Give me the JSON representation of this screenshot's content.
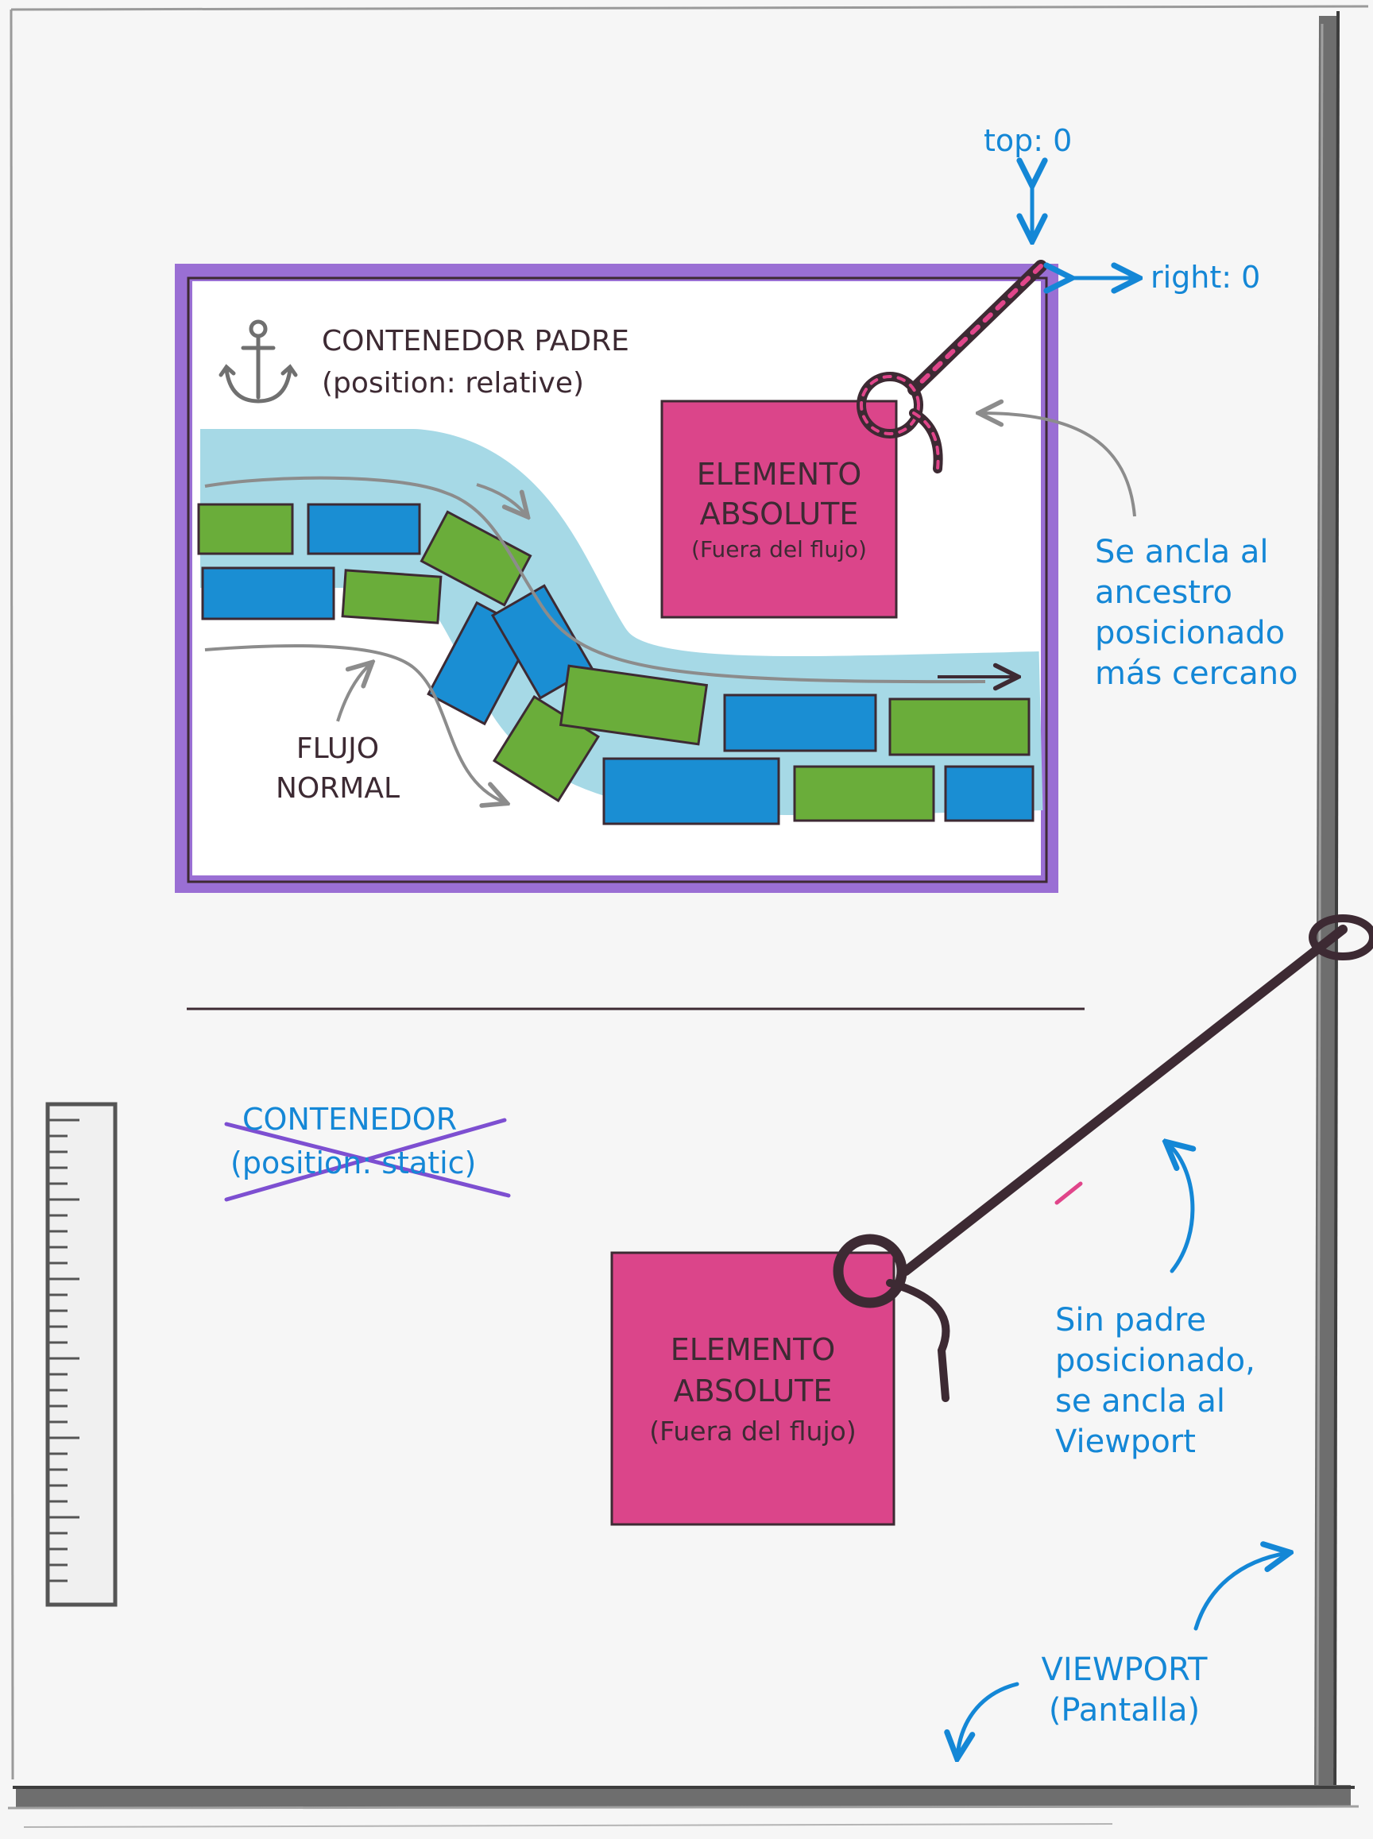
{
  "colors": {
    "background": "#f6f6f6",
    "viewport_border": "#6e6e6e",
    "parent_border": "#9a6fd4",
    "element_fill": "#db458a",
    "flow_green": "#6aad3a",
    "flow_blue": "#1a8ed3",
    "flow_halo": "#a6d9e6",
    "label_blue": "#1487d6",
    "label_dark": "#3d2a33",
    "rope": "#3d2a33",
    "rope_accent": "#e0458a",
    "strike": "#7d4fd1"
  },
  "offsets": {
    "top": "top: 0",
    "right": "right: 0"
  },
  "parent_container": {
    "icon": "anchor-icon",
    "title": "CONTENEDOR PADRE",
    "subtitle": "(position: relative)"
  },
  "absolute_in_parent": {
    "line1": "ELEMENTO",
    "line2": "ABSOLUTE",
    "note": "(Fuera del flujo)"
  },
  "flow": {
    "line1": "FLUJO",
    "line2": "NORMAL"
  },
  "anchor_note": {
    "lines": [
      "Se ancla al",
      "ancestro",
      "posicionado",
      "más cercano"
    ]
  },
  "static_container": {
    "line1": "CONTENEDOR",
    "line2": "(position: static)"
  },
  "absolute_in_viewport": {
    "line1": "ELEMENTO",
    "line2": "ABSOLUTE",
    "note": "(Fuera del flujo)"
  },
  "viewport_note": {
    "lines": [
      "Sin padre",
      "posicionado,",
      "se ancla al",
      "Viewport"
    ]
  },
  "viewport": {
    "line1": "VIEWPORT",
    "line2": "(Pantalla)"
  }
}
